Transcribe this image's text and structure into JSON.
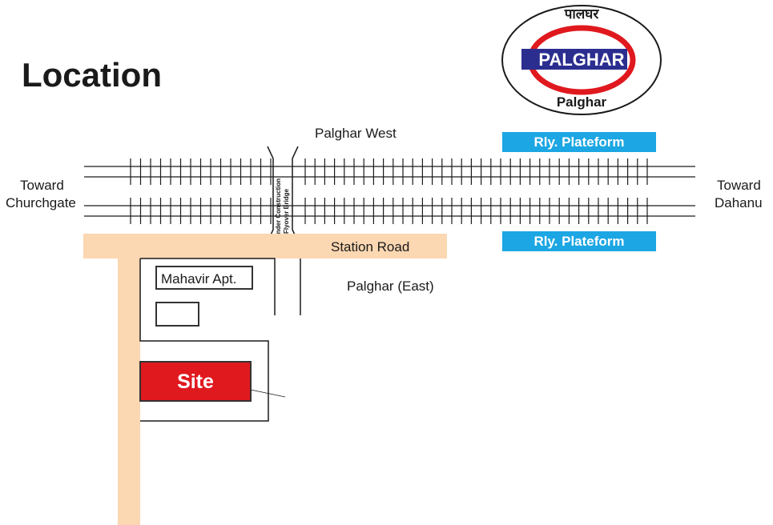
{
  "page_title": "Location",
  "logo": {
    "marathi_text": "पालघर",
    "banner_text": "PALGHAR",
    "bottom_text": "Palghar",
    "ring_color": "#e0191f",
    "banner_color": "#2b2e8f"
  },
  "labels": {
    "palghar_west": "Palghar West",
    "palghar_east": "Palghar (East)",
    "toward_left_line1": "Toward",
    "toward_left_line2": "Churchgate",
    "toward_right_line1": "Toward",
    "toward_right_line2": "Dahanu",
    "station_road": "Station Road",
    "flyover_line1": "Under Construction",
    "flyover_line2": "Flyover Bridge",
    "platform_top": "Rly. Plateform",
    "platform_bottom": "Rly. Plateform",
    "mahavir": "Mahavir Apt.",
    "site": "Site"
  },
  "colors": {
    "road": "#fbd7b2",
    "platform": "#1ca6e3",
    "site": "#e0191f"
  }
}
